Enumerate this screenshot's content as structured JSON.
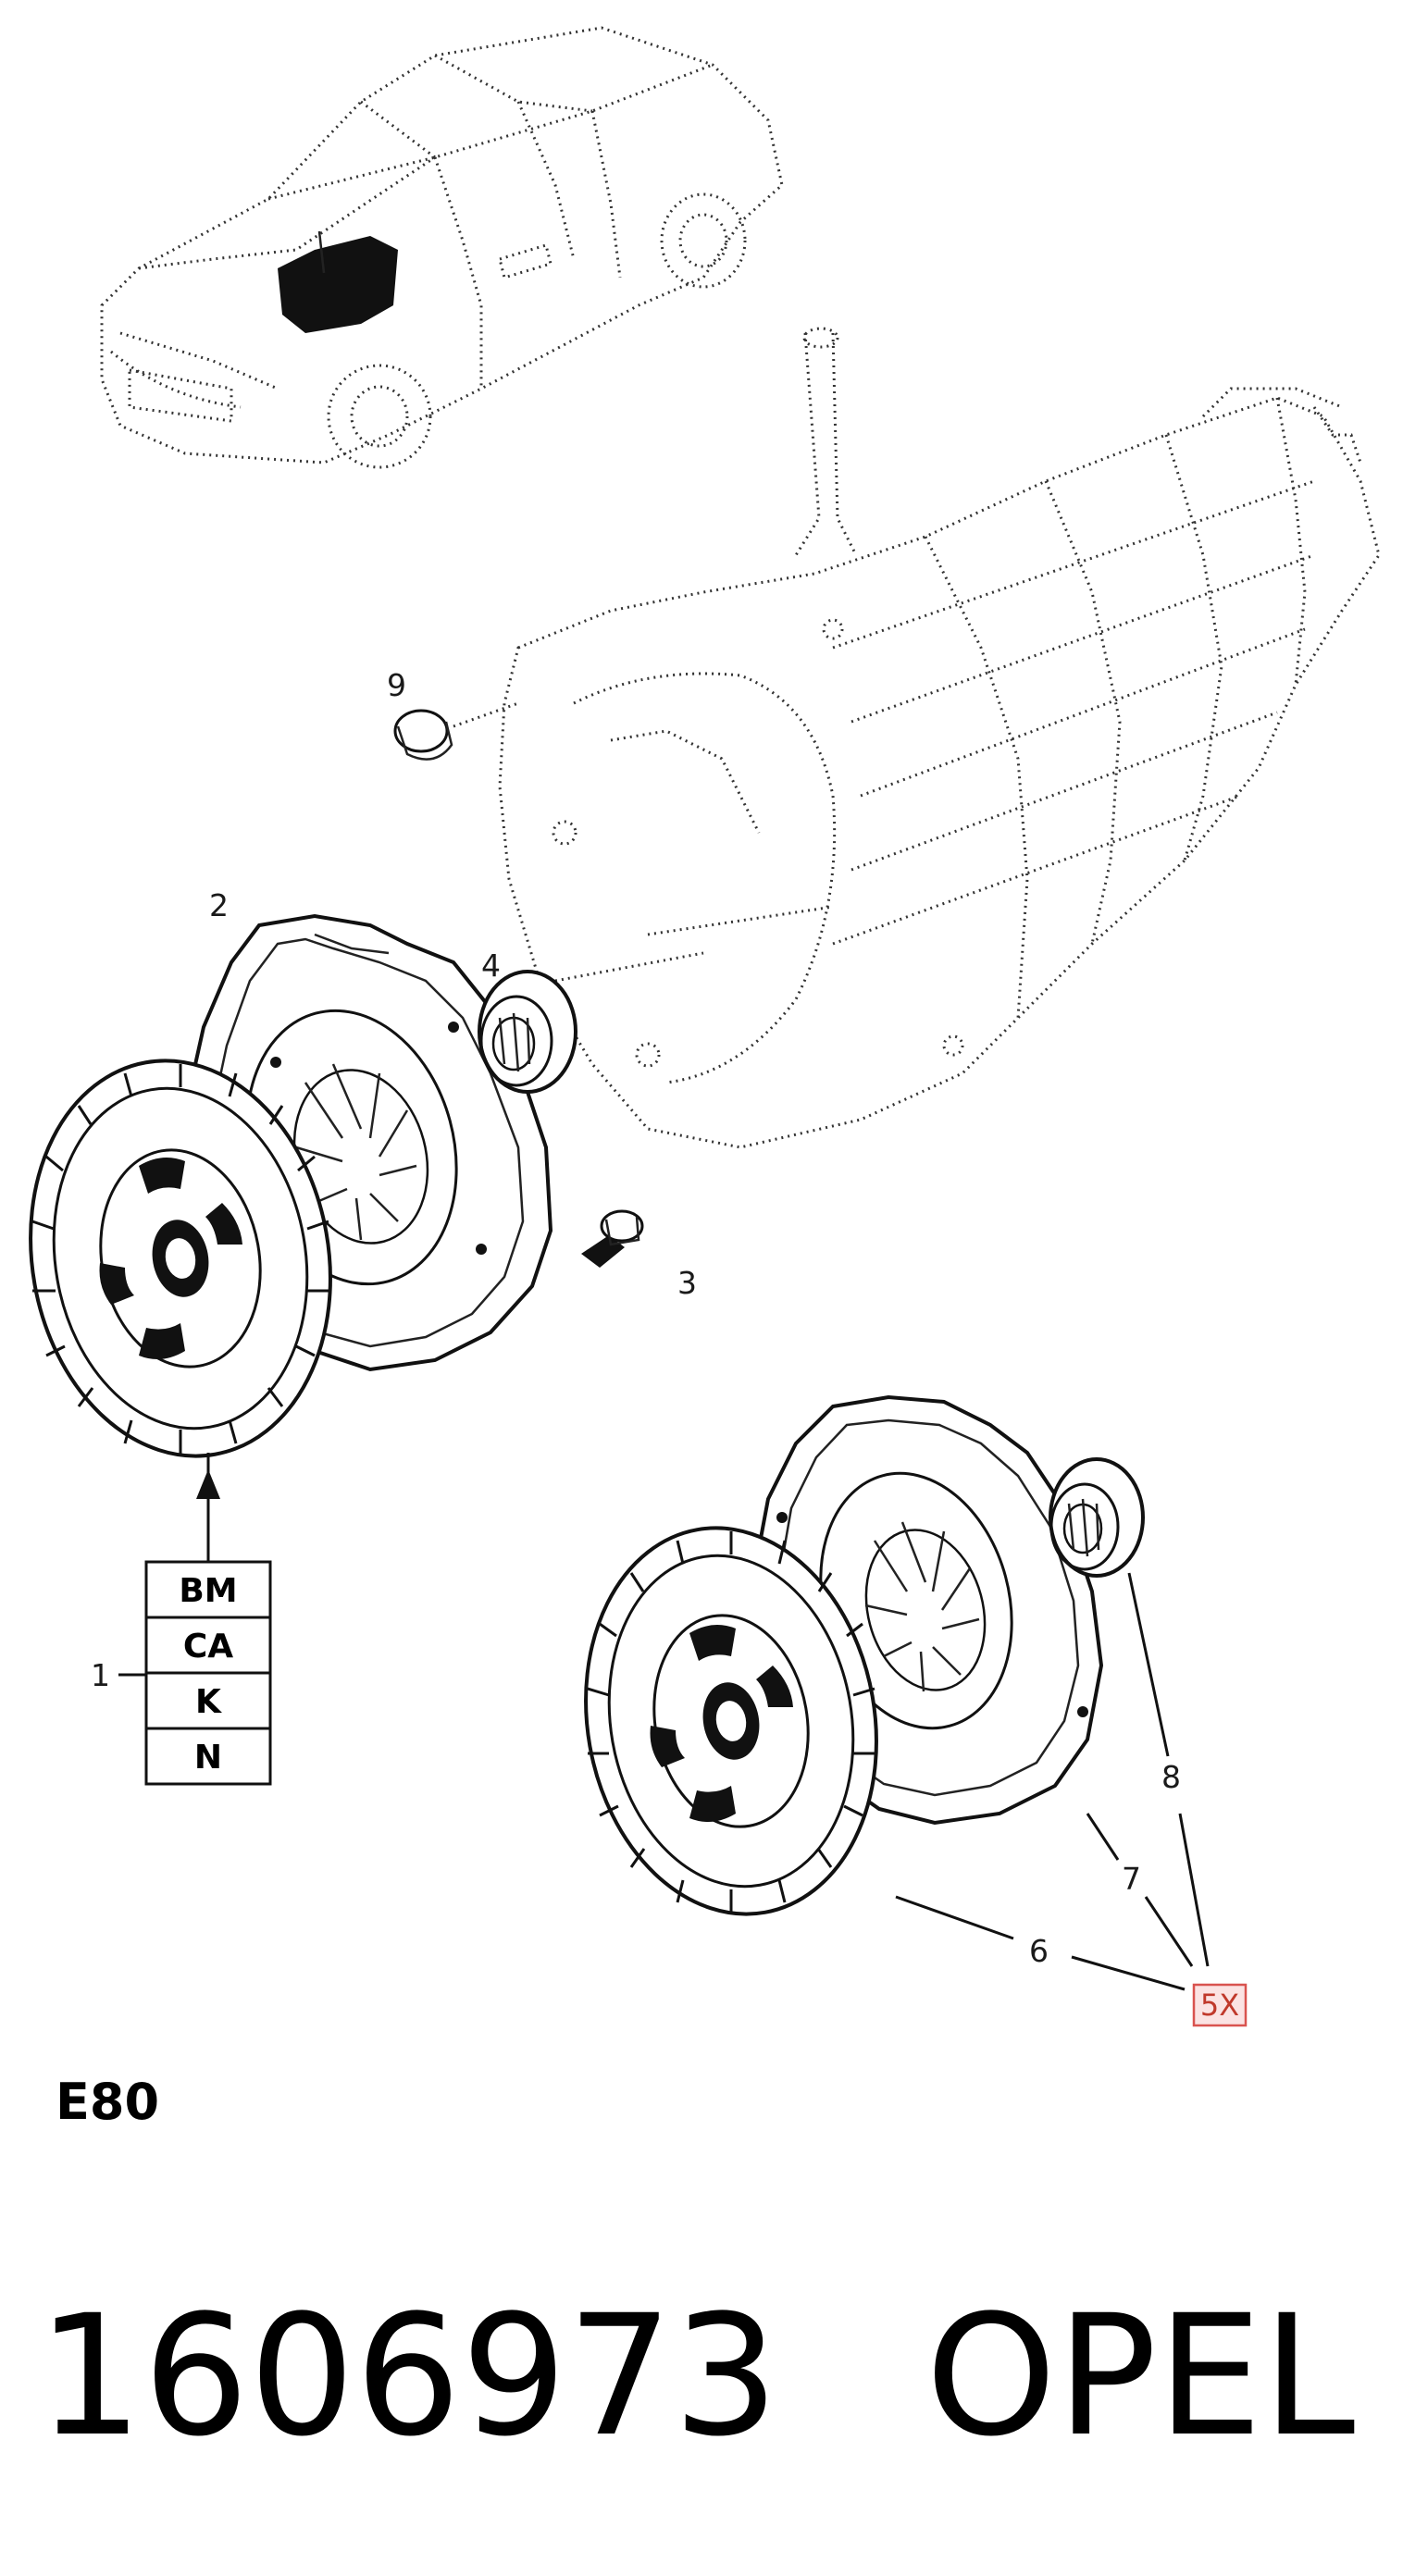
{
  "callouts": {
    "c1": "1",
    "c2": "2",
    "c3": "3",
    "c4": "4",
    "c6": "6",
    "c7": "7",
    "c8": "8",
    "c9": "9",
    "kit_qty": "5X"
  },
  "variant_codes": [
    "BM",
    "CA",
    "K",
    "N"
  ],
  "diagram_code": "E80",
  "part_number": "1606973",
  "brand": "OPEL",
  "colors": {
    "ink": "#111111",
    "highlight_box": "#d9534f",
    "highlight_fill": "#fbe3e3"
  }
}
